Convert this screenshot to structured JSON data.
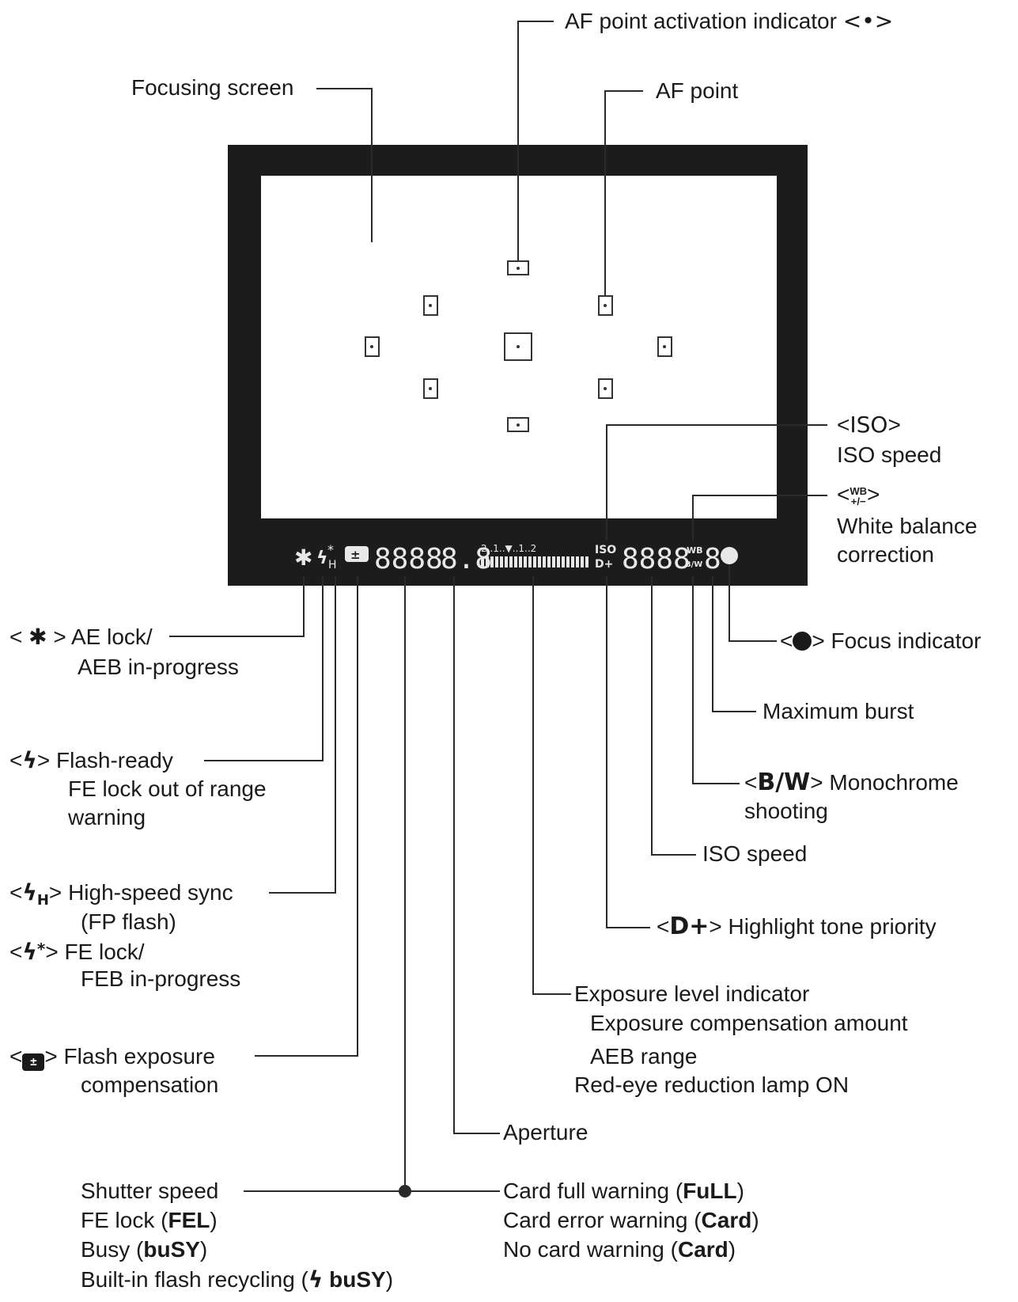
{
  "sym": {
    "lt": "<",
    "gt": ">",
    "ae_lock_icon": "✱",
    "flash_icon": "ϟ",
    "flash_h": "H",
    "flash_star": "*",
    "fe_comp": "±",
    "wb_top": "WB",
    "wb_bot": "+/−",
    "bw": "B/W",
    "iso": "ISO",
    "dplus": "D+",
    "af_act": "<•>"
  },
  "labels": {
    "af_point_activation": "AF point activation indicator",
    "focusing_screen": "Focusing screen",
    "af_point": "AF point",
    "iso_speed_top": "ISO speed",
    "wb_correction_1": "White balance",
    "wb_correction_2": "correction",
    "ae_lock_1": "AE lock/",
    "ae_lock_2": "AEB in-progress",
    "focus_indicator": "Focus indicator",
    "max_burst": "Maximum burst",
    "flash_ready_1": "Flash-ready",
    "flash_ready_2": "FE lock out of range",
    "flash_ready_3": "warning",
    "monochrome_1": "Monochrome",
    "monochrome_2": "shooting",
    "iso_speed_bottom": "ISO speed",
    "hs_sync_1": "High-speed sync",
    "hs_sync_2": "(FP flash)",
    "fe_lock_1": "FE lock/",
    "fe_lock_2": "FEB in-progress",
    "highlight_tone": "Highlight tone priority",
    "exposure_level": "Exposure level indicator",
    "exposure_comp": "Exposure compensation amount",
    "aeb_range": "AEB range",
    "red_eye": "Red-eye reduction lamp ON",
    "flash_exp_comp_1": "Flash exposure",
    "flash_exp_comp_2": "compensation",
    "aperture": "Aperture",
    "shutter_speed": "Shutter speed",
    "fe_lock_pre": "FE lock (",
    "fe_lock_code": "FEL",
    "busy_pre": "Busy (",
    "busy_code": "buSY",
    "flash_recycling_pre": "Built-in flash recycling (",
    "card_full_pre": "Card full warning (",
    "card_full_code": "FuLL",
    "card_error_pre": "Card error warning (",
    "card_code": "Card",
    "no_card_pre": "No card warning (",
    "close_paren": ")"
  },
  "lcd": {
    "shutter": "8888",
    "aperture": "8.8",
    "scale": "2..1..▼..1..2",
    "iso_top": "ISO",
    "iso_bot": "D+",
    "iso_digits": "8888",
    "wb_top": "WB",
    "wb_bot": "B/W",
    "burst": "8"
  },
  "colors": {
    "frame": "#1c1c1c",
    "line": "#2a2a2a",
    "lcd_text": "#e8e8e8"
  }
}
